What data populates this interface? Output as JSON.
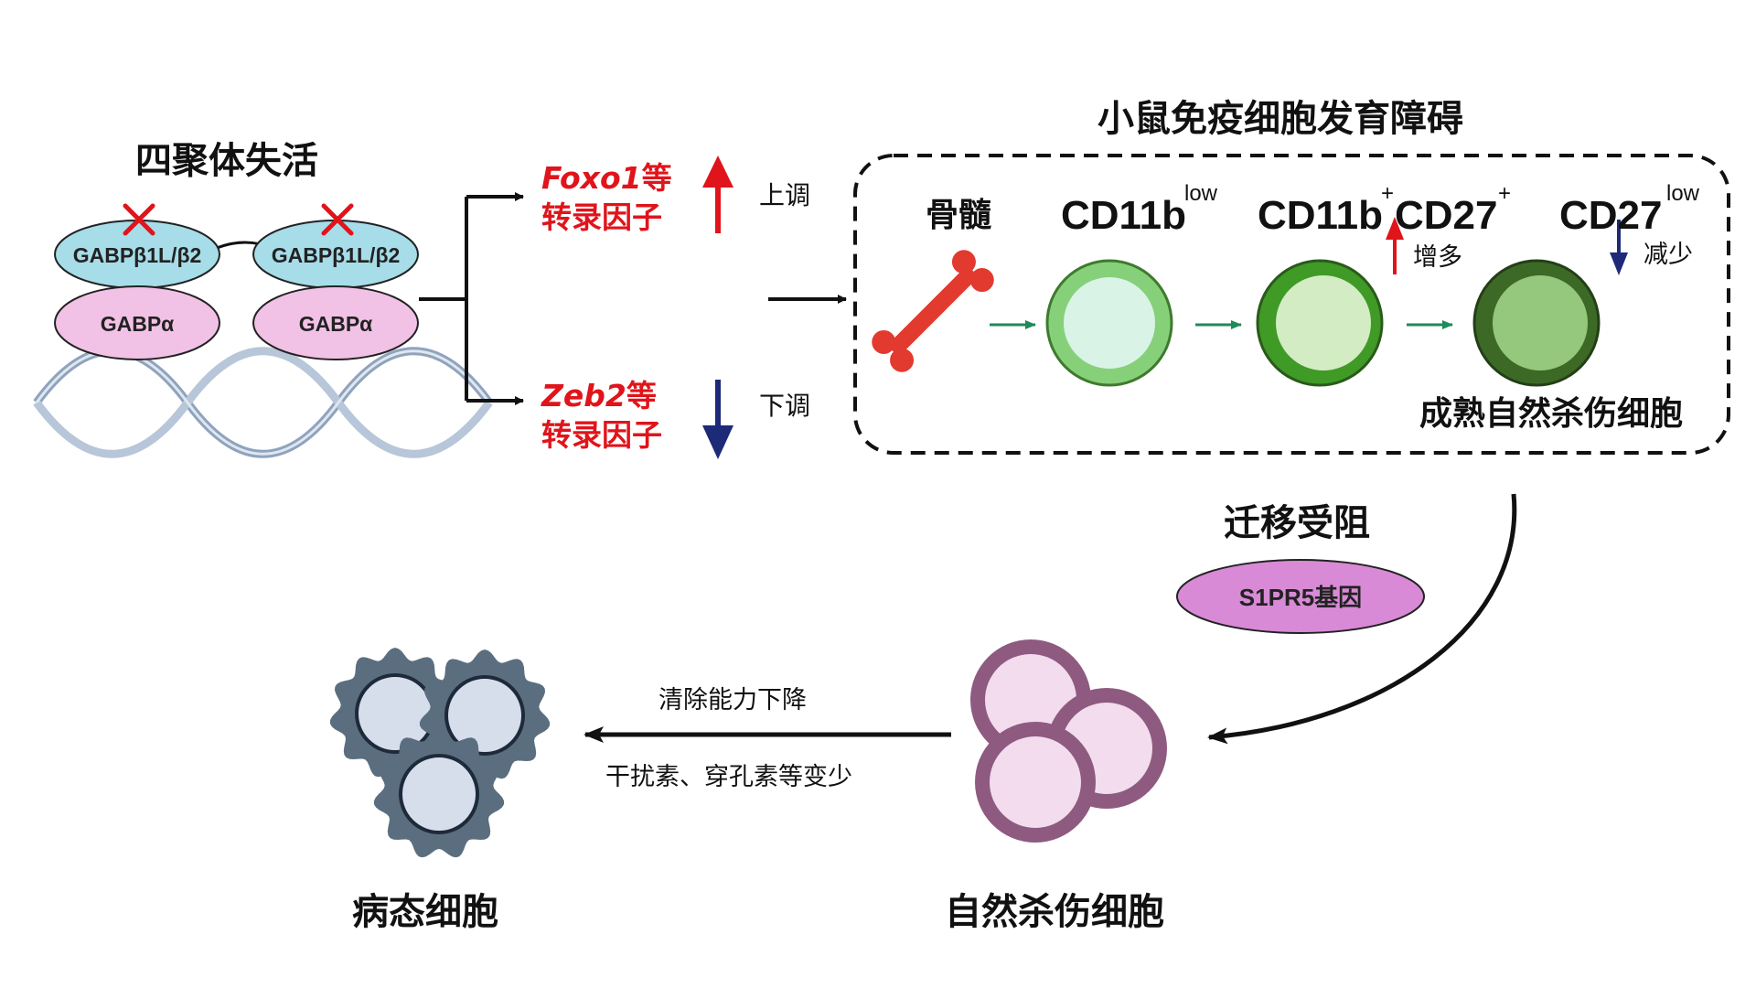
{
  "complex": {
    "title": "四聚体失活",
    "beta_label": "GABPβ1L/β2",
    "alpha_label": "GABPα"
  },
  "upregulated": {
    "gene": "Foxo1",
    "suffix": "等",
    "line2": "转录因子",
    "direction_label": "上调"
  },
  "downregulated": {
    "gene": "Zeb2",
    "suffix": "等",
    "line2": "转录因子",
    "direction_label": "下调"
  },
  "development_box": {
    "title": "小鼠免疫细胞发育障碍",
    "bone_marrow": "骨髓",
    "stage1": {
      "marker": "CD11b",
      "sup": "low"
    },
    "stage2": {
      "marker1": "CD11b",
      "sup1": "+",
      "marker2": "CD27",
      "sup2": "+",
      "change": "增多"
    },
    "stage3": {
      "marker": "CD27",
      "sup": "low",
      "change": "减少",
      "label": "成熟自然杀伤细胞"
    }
  },
  "migration": {
    "label": "迁移受阻",
    "gene_label": "S1PR5基因"
  },
  "nk_cells": {
    "label": "自然杀伤细胞"
  },
  "clearance": {
    "top_label": "清除能力下降",
    "bottom_label": "干扰素、穿孔素等变少"
  },
  "diseased_cells": {
    "label": "病态细胞"
  },
  "colors": {
    "beta_fill": "#a6dde9",
    "alpha_fill": "#f2c1e6",
    "red": "#e0141b",
    "navy": "#1c2a78",
    "green_arrow": "#1f8a5a",
    "bone": "#e23a2e",
    "nk_ring": "#8e5a80",
    "nk_fill": "#f2dcee",
    "diseased": "#5b6e80",
    "diseased_core": "#d6deec",
    "gene_oval": "#d88ad6"
  }
}
